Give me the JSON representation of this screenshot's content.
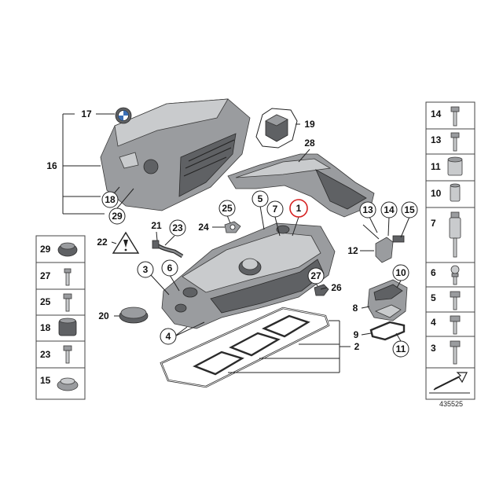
{
  "callouts": [
    {
      "id": "c1",
      "label": "1",
      "highlight": true
    },
    {
      "id": "c2",
      "label": "2"
    },
    {
      "id": "c3",
      "label": "3"
    },
    {
      "id": "c4",
      "label": "4"
    },
    {
      "id": "c5",
      "label": "5"
    },
    {
      "id": "c6",
      "label": "6"
    },
    {
      "id": "c7",
      "label": "7"
    },
    {
      "id": "c8",
      "label": "8"
    },
    {
      "id": "c9",
      "label": "9"
    },
    {
      "id": "c10",
      "label": "10"
    },
    {
      "id": "c11",
      "label": "11"
    },
    {
      "id": "c12",
      "label": "12"
    },
    {
      "id": "c13",
      "label": "13"
    },
    {
      "id": "c14",
      "label": "14"
    },
    {
      "id": "c15",
      "label": "15"
    },
    {
      "id": "c16",
      "label": "16"
    },
    {
      "id": "c17",
      "label": "17"
    },
    {
      "id": "c18",
      "label": "18"
    },
    {
      "id": "c19",
      "label": "19"
    },
    {
      "id": "c20",
      "label": "20"
    },
    {
      "id": "c21",
      "label": "21"
    },
    {
      "id": "c22",
      "label": "22"
    },
    {
      "id": "c23",
      "label": "23"
    },
    {
      "id": "c24",
      "label": "24"
    },
    {
      "id": "c25",
      "label": "25"
    },
    {
      "id": "c26",
      "label": "26"
    },
    {
      "id": "c27",
      "label": "27"
    },
    {
      "id": "c28",
      "label": "28"
    },
    {
      "id": "c29",
      "label": "29"
    }
  ],
  "left_panel": [
    "29",
    "27",
    "25",
    "18",
    "23",
    "15"
  ],
  "right_panel": [
    "14",
    "13",
    "11",
    "10",
    "7",
    "6",
    "5",
    "4",
    "3"
  ],
  "drawing_number": "435525",
  "highlight_color": "#d62222"
}
